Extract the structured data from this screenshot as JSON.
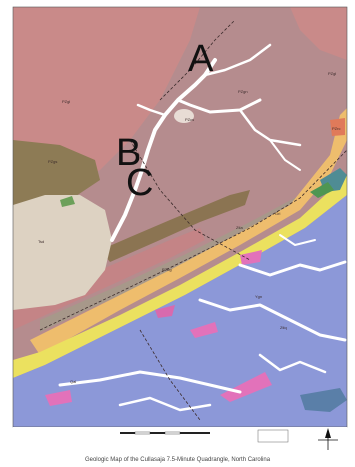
{
  "labels": {
    "a": "A",
    "b": "B",
    "c": "C"
  },
  "caption": "Geologic Map of the Cullasaja 7.5-Minute Quadrangle, North Carolina",
  "map_units": [
    "PZgl",
    "PZgl",
    "PZgn",
    "PZgs",
    "PZcs",
    "PZrc",
    "PZbg",
    "Ygn",
    "Tsd",
    "Grl",
    "Ztla",
    "Ztlq",
    "Qal"
  ],
  "colors": {
    "pink_gneiss": "#c98a89",
    "mauve_schist": "#b58c8e",
    "olive_brown": "#8d7b55",
    "cream_unit": "#ddd2c2",
    "orange_belt": "#eebd6d",
    "yellow_belt": "#ebe15f",
    "blue_unit": "#8c98d8",
    "magenta_lens": "#e272ba",
    "teal_lens": "#4f8c94",
    "green_lens": "#4f9652",
    "river_white": "#ffffff"
  }
}
